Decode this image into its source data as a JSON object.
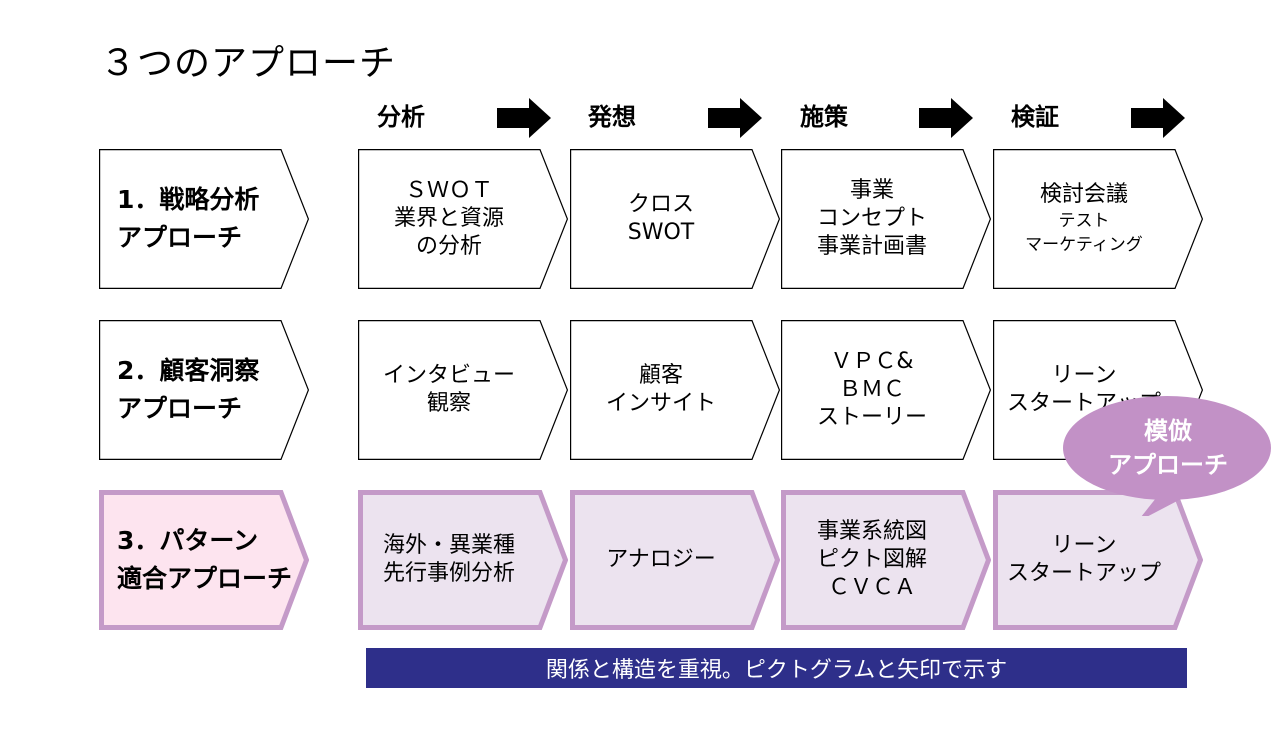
{
  "title": "３つのアプローチ",
  "stages": [
    "分析",
    "発想",
    "施策",
    "検証"
  ],
  "rows": [
    {
      "label_lines": [
        "1．戦略分析",
        "アプローチ"
      ],
      "cells": [
        {
          "lines": [
            "ＳＷＯＴ",
            "業界と資源",
            "の分析"
          ]
        },
        {
          "lines": [
            "クロス",
            "SWOT"
          ]
        },
        {
          "lines": [
            "事業",
            "コンセプト",
            "事業計画書"
          ]
        },
        {
          "lines": [
            "検討会議"
          ],
          "small_lines": [
            "テスト",
            "マーケティング"
          ]
        }
      ]
    },
    {
      "label_lines": [
        "2．顧客洞察",
        "アプローチ"
      ],
      "cells": [
        {
          "lines": [
            "インタビュー",
            "観察"
          ]
        },
        {
          "lines": [
            "顧客",
            "インサイト"
          ]
        },
        {
          "lines": [
            "ＶＰＣ&",
            "ＢＭＣ",
            "ストーリー"
          ]
        },
        {
          "lines": [
            "リーン",
            "スタートアップ"
          ]
        }
      ]
    },
    {
      "label_lines": [
        "3．パターン",
        "適合アプローチ"
      ],
      "cells": [
        {
          "lines": [
            "海外・異業種",
            "先行事例分析"
          ]
        },
        {
          "lines": [
            "アナロジー"
          ]
        },
        {
          "lines": [
            "事業系統図",
            "ピクト図解",
            "ＣＶＣＡ"
          ]
        },
        {
          "lines": [
            "リーン",
            "スタートアップ"
          ]
        }
      ]
    }
  ],
  "callout": {
    "lines": [
      "模倣",
      "アプローチ"
    ]
  },
  "banner": "関係と構造を重視。ピクトグラムと矢印で示す",
  "colors": {
    "row_border": "#000000",
    "row_fill": "#ffffff",
    "pattern_border": "#c49ac8",
    "pattern_fill": "#ece3ef",
    "pattern_head_fill": "#fde4ef",
    "callout_fill": "#c291c6",
    "banner_fill": "#2e2f8a"
  }
}
